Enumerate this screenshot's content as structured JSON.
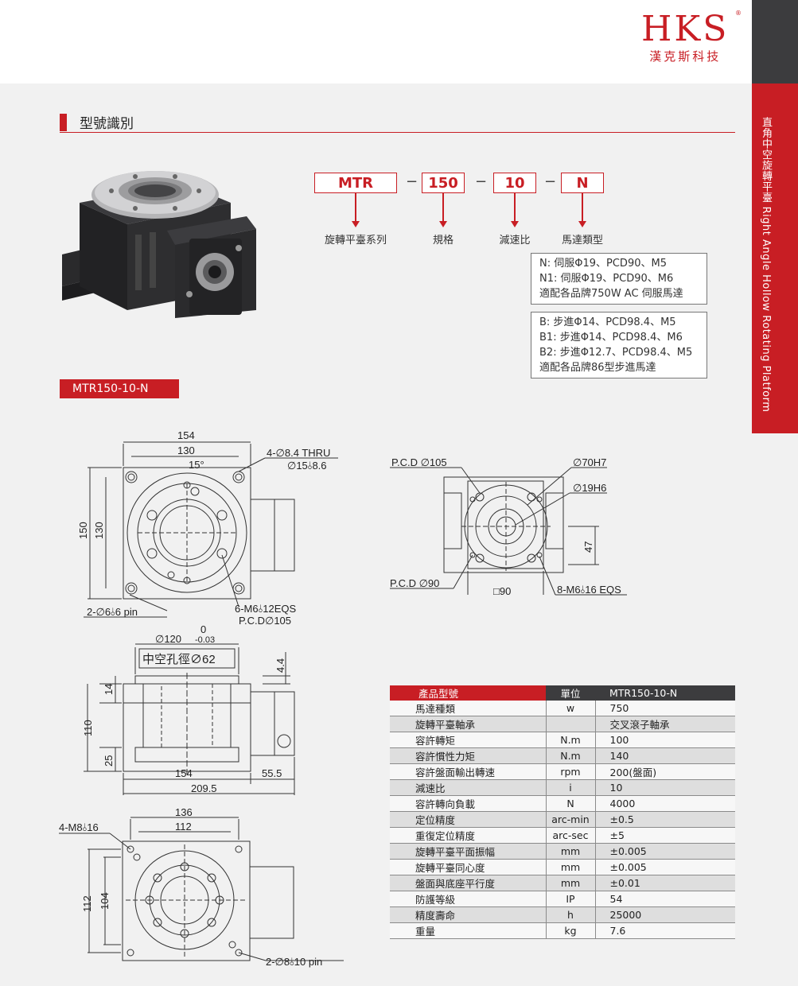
{
  "brand": {
    "name": "HKS",
    "registered": "®",
    "subtitle": "漢克斯科技"
  },
  "side_tab": {
    "text": "直角中空旋轉平臺  Right Angle Hollow Rotating Platform"
  },
  "section": {
    "title": "型號識別"
  },
  "model_code": {
    "parts": [
      {
        "code": "MTR",
        "label": "旋轉平臺系列"
      },
      {
        "code": "150",
        "label": "規格"
      },
      {
        "code": "10",
        "label": "減速比"
      },
      {
        "code": "N",
        "label": "馬達類型"
      }
    ],
    "separator": "−"
  },
  "motor_notes": {
    "servo": [
      "N: 伺服Φ19、PCD90、M5",
      "N1: 伺服Φ19、PCD90、M6",
      "適配各品牌750W AC 伺服馬達"
    ],
    "stepper": [
      "B: 步進Φ14、PCD98.4、M5",
      "B1: 步進Φ14、PCD98.4、M6",
      "B2: 步進Φ12.7、PCD98.4、M5",
      "適配各品牌86型步進馬達"
    ]
  },
  "model_tag": "MTR150-10-N",
  "drawing_labels": {
    "top_view": {
      "w154": "154",
      "w130": "130",
      "h150": "150",
      "h130": "130",
      "angle": "15°",
      "holes_thru": "4-∅8.4 THRU",
      "holes_cbore": "∅15⫰8.6",
      "pin": "2-∅6⫰6 pin",
      "tap": "6-M6⫰12EQS",
      "pcd": "P.C.D∅105"
    },
    "side_view": {
      "pcd105": "P.C.D ∅105",
      "d70": "∅70H7",
      "d19": "∅19H6",
      "h47": "47",
      "pcd90": "P.C.D ∅90",
      "sq90": "□90",
      "tap8": "8-M6⫰16 EQS"
    },
    "front_view": {
      "tol_upper": "0",
      "d120": "∅120",
      "tol_lower": "-0.03",
      "hollow": "中空孔徑∅62",
      "h44": "4.4",
      "h14": "14",
      "h110": "110",
      "h25": "25",
      "w154": "154",
      "w555": "55.5",
      "w2095": "209.5"
    },
    "bottom_view": {
      "w136": "136",
      "w112": "112",
      "tap4": "4-M8⫰16",
      "h112": "112",
      "h104": "104",
      "pin2": "2-∅8⫰10 pin"
    }
  },
  "spec_table": {
    "headers": [
      "產品型號",
      "單位",
      "MTR150-10-N"
    ],
    "rows": [
      [
        "馬達種類",
        "w",
        "750"
      ],
      [
        "旋轉平臺軸承",
        "",
        "交叉滾子軸承"
      ],
      [
        "容許轉矩",
        "N.m",
        "100"
      ],
      [
        "容許慣性力矩",
        "N.m",
        "140"
      ],
      [
        "容許盤面輸出轉速",
        "rpm",
        "200(盤面)"
      ],
      [
        "減速比",
        "i",
        "10"
      ],
      [
        "容許轉向負載",
        "N",
        "4000"
      ],
      [
        "定位精度",
        "arc-min",
        "±0.5"
      ],
      [
        "重復定位精度",
        "arc-sec",
        "±5"
      ],
      [
        "旋轉平臺平面振幅",
        "mm",
        "±0.005"
      ],
      [
        "旋轉平臺同心度",
        "mm",
        "±0.005"
      ],
      [
        "盤面與底座平行度",
        "mm",
        "±0.01"
      ],
      [
        "防護等級",
        "IP",
        "54"
      ],
      [
        "精度壽命",
        "h",
        "25000"
      ],
      [
        "重量",
        "kg",
        "7.6"
      ]
    ]
  },
  "colors": {
    "accent": "#c81e24",
    "dark": "#3c3c3e"
  }
}
